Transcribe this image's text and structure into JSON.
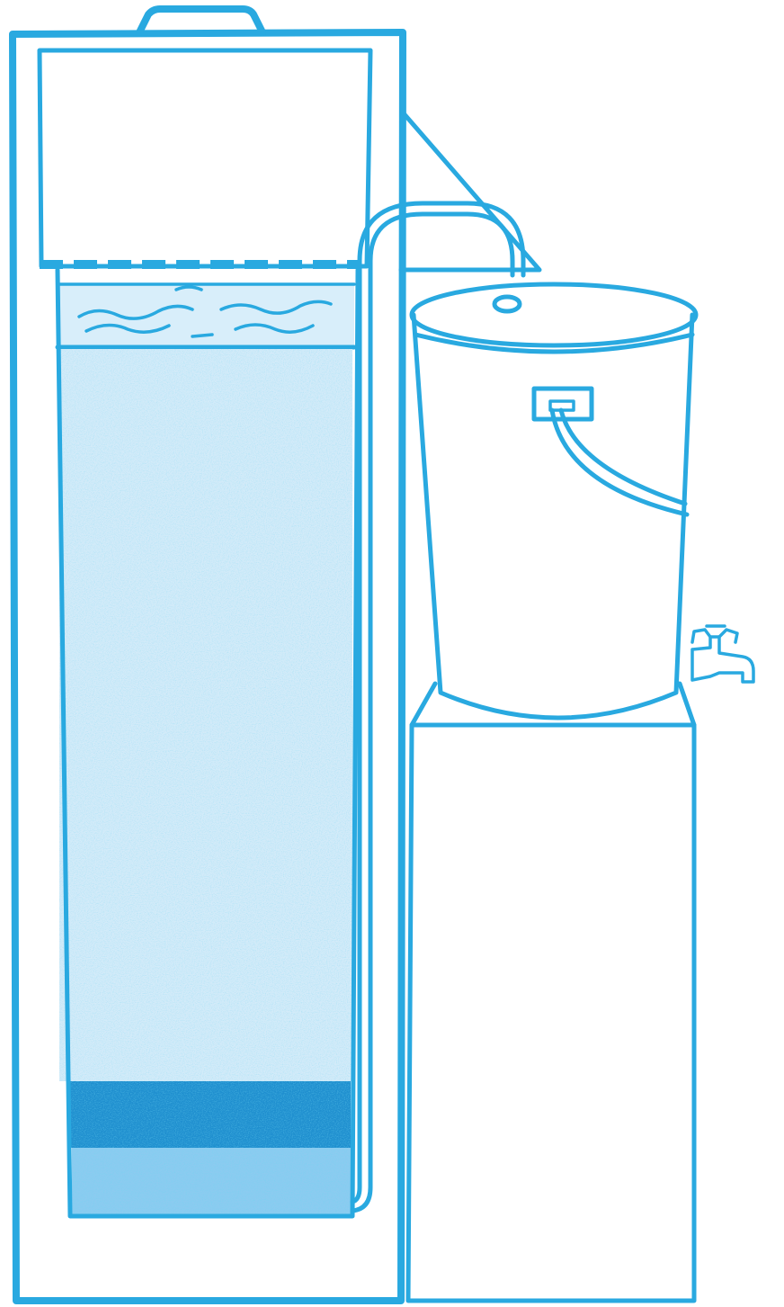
{
  "illustration": {
    "subject": "biosand-water-filter",
    "stroke_color": "#29a9e0",
    "background_color": "#ffffff",
    "fill_colors": {
      "water": "#d8eefa",
      "fine_sand": "#d3ebf9",
      "coarse_gravel": "#1f8fcf",
      "fine_gravel": "#8ccbf0"
    },
    "filter_layers": [
      "standing-water",
      "fine-sand",
      "coarse-gravel",
      "fine-gravel"
    ],
    "icons": [
      "lid-handle-icon",
      "bucket-handle-icon",
      "faucet-icon"
    ]
  }
}
